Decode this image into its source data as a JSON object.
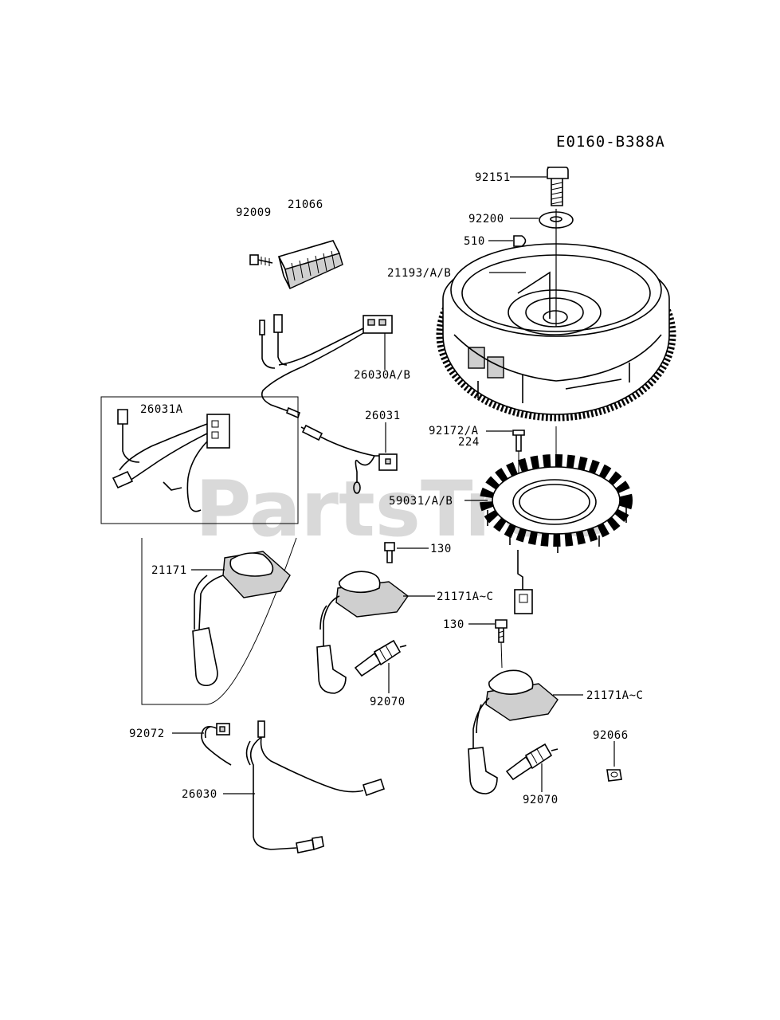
{
  "diagram": {
    "code": "E0160-B388A",
    "watermark": "PartsTree"
  },
  "labels": [
    {
      "id": "l-92151",
      "text": "92151"
    },
    {
      "id": "l-92200",
      "text": "92200"
    },
    {
      "id": "l-510",
      "text": "510"
    },
    {
      "id": "l-21193",
      "text": "21193/A/B"
    },
    {
      "id": "l-92009",
      "text": "92009"
    },
    {
      "id": "l-21066",
      "text": "21066"
    },
    {
      "id": "l-26030ab",
      "text": "26030A/B"
    },
    {
      "id": "l-26031a",
      "text": "26031A"
    },
    {
      "id": "l-26031",
      "text": "26031"
    },
    {
      "id": "l-92172",
      "text": "92172/A"
    },
    {
      "id": "l-224",
      "text": "224"
    },
    {
      "id": "l-59031",
      "text": "59031/A/B"
    },
    {
      "id": "l-130a",
      "text": "130"
    },
    {
      "id": "l-21171",
      "text": "21171"
    },
    {
      "id": "l-21171ac-1",
      "text": "21171A~C"
    },
    {
      "id": "l-130b",
      "text": "130"
    },
    {
      "id": "l-92070a",
      "text": "92070"
    },
    {
      "id": "l-21171ac-2",
      "text": "21171A~C"
    },
    {
      "id": "l-92072",
      "text": "92072"
    },
    {
      "id": "l-92066",
      "text": "92066"
    },
    {
      "id": "l-26030",
      "text": "26030"
    },
    {
      "id": "l-92070b",
      "text": "92070"
    }
  ]
}
